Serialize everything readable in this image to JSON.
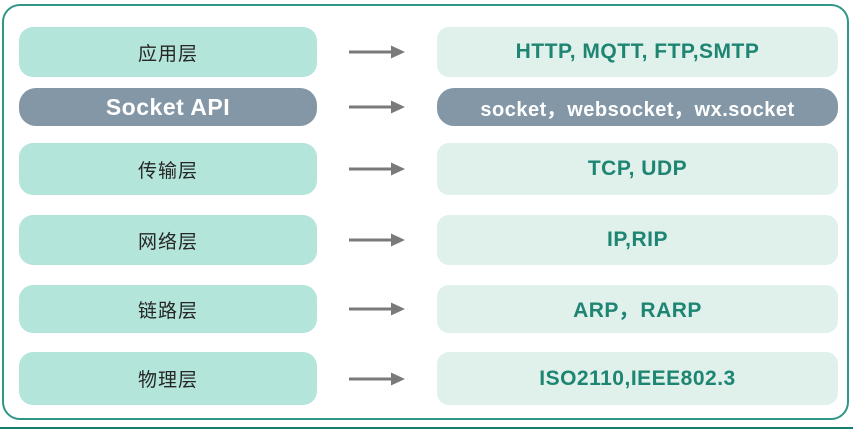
{
  "diagram": {
    "title": "network-protocol-stack",
    "rows": [
      {
        "id": "application-layer",
        "left": "应用层",
        "right": "HTTP, MQTT, FTP,SMTP",
        "variant": "teal"
      },
      {
        "id": "socket-api",
        "left": "Socket API",
        "right": "socket，websocket，wx.socket",
        "variant": "gray"
      },
      {
        "id": "transport-layer",
        "left": "传输层",
        "right": "TCP, UDP",
        "variant": "teal"
      },
      {
        "id": "network-layer",
        "left": "网络层",
        "right": "IP,RIP",
        "variant": "teal"
      },
      {
        "id": "link-layer",
        "left": "链路层",
        "right": "ARP，RARP",
        "variant": "teal"
      },
      {
        "id": "physical-layer",
        "left": "物理层",
        "right": "ISO2110,IEEE802.3",
        "variant": "teal"
      }
    ],
    "icons": {
      "arrow": "arrow-right-icon"
    },
    "colors": {
      "left_box_teal": "#b4e5da",
      "right_box_teal": "#e0f1eb",
      "socket_gray": "#8497a6",
      "teal_text": "#1e8573",
      "dark_text": "#262626",
      "white_text": "#ffffff",
      "frame_border": "#2f9688",
      "bottom_line": "#147d6e",
      "arrow_gray": "#7a7a7a"
    }
  }
}
